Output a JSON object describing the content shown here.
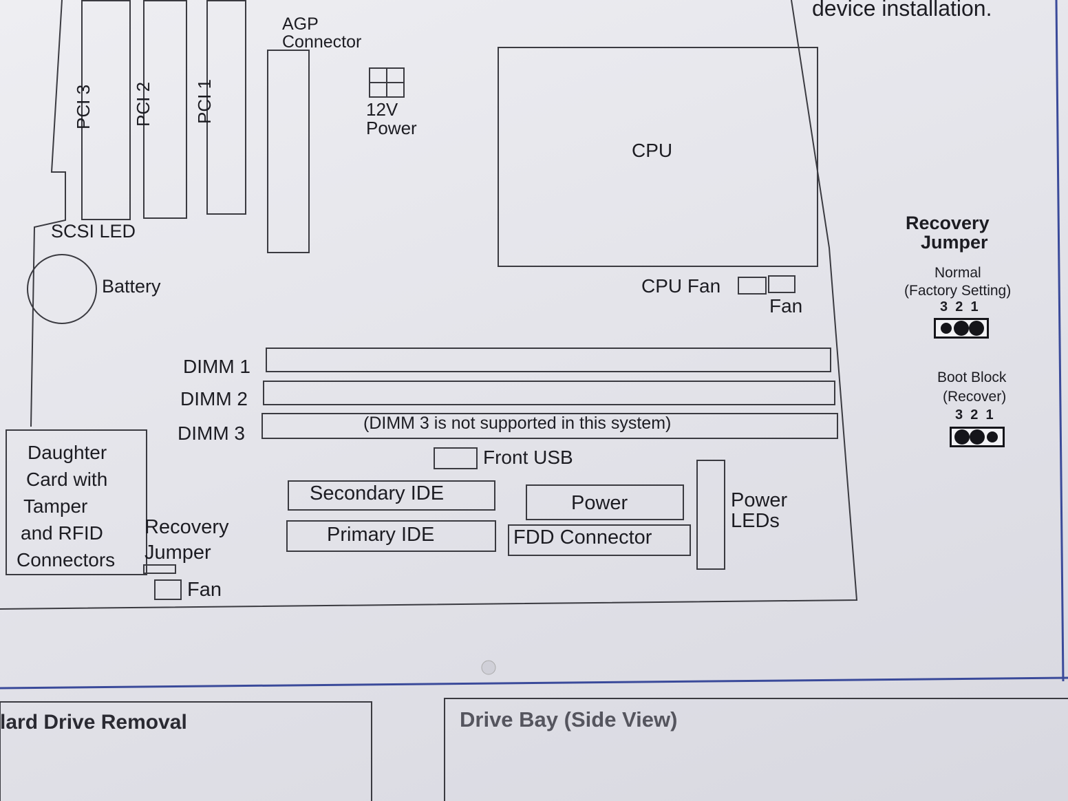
{
  "header_text": "device installation.",
  "slots": {
    "pci3": "PCI 3",
    "pci2": "PCI 2",
    "pci1": "PCI 1",
    "agp": "AGP\nConnector",
    "agp_line1": "AGP",
    "agp_line2": "Connector"
  },
  "power12v": {
    "line1": "12V",
    "line2": "Power"
  },
  "cpu": "CPU",
  "scsi_led": "SCSI LED",
  "battery": "Battery",
  "cpu_fan": "CPU Fan",
  "fan_top": "Fan",
  "recovery_jumper_panel": {
    "title_line1": "Recovery",
    "title_line2": "Jumper",
    "normal": "Normal",
    "factory": "(Factory Setting)",
    "pins_label_1": "3  2  1",
    "boot_block": "Boot Block",
    "recover": "(Recover)",
    "pins_label_2": "3  2  1"
  },
  "dimms": [
    "DIMM 1",
    "DIMM 2",
    "DIMM 3"
  ],
  "dimm3_note": "(DIMM 3 is not supported in this system)",
  "front_usb": "Front USB",
  "daughter_card": [
    "Daughter",
    "Card with",
    "Tamper",
    "and RFID",
    "Connectors"
  ],
  "recovery_jumper_bottom": [
    "Recovery",
    "Jumper"
  ],
  "fan_bottom": "Fan",
  "secondary_ide": "Secondary IDE",
  "primary_ide": "Primary IDE",
  "power": "Power",
  "fdd": "FDD Connector",
  "power_leds": [
    "Power",
    "LEDs"
  ],
  "sections": {
    "hard_drive": "lard Drive Removal",
    "drive_bay": "Drive Bay (Side View)"
  },
  "colors": {
    "line": "#3a3a40",
    "accent_blue": "#3a4a9a"
  }
}
